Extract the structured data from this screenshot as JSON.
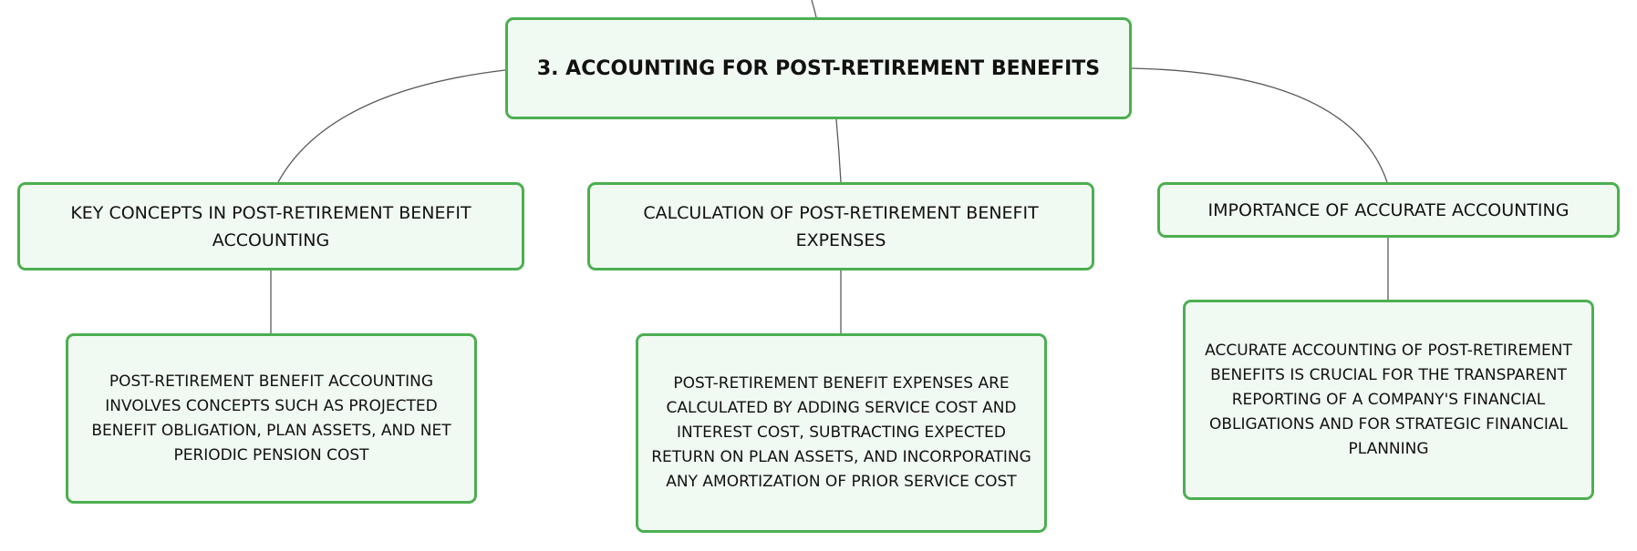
{
  "colors": {
    "node_border": "#4caf50",
    "node_fill": "#f1f9f3",
    "connector": "#5a5a5a",
    "text": "#111111"
  },
  "root": {
    "title": "3. ACCOUNTING FOR POST-RETIREMENT BENEFITS"
  },
  "branches": [
    {
      "label": "KEY CONCEPTS IN POST-RETIREMENT BENEFIT ACCOUNTING",
      "detail": "POST-RETIREMENT BENEFIT ACCOUNTING INVOLVES CONCEPTS SUCH AS PROJECTED BENEFIT OBLIGATION, PLAN ASSETS, AND NET PERIODIC PENSION COST"
    },
    {
      "label": "CALCULATION OF POST-RETIREMENT BENEFIT EXPENSES",
      "detail": "POST-RETIREMENT BENEFIT EXPENSES ARE CALCULATED BY ADDING SERVICE COST AND INTEREST COST, SUBTRACTING EXPECTED RETURN ON PLAN ASSETS, AND INCORPORATING ANY AMORTIZATION OF PRIOR SERVICE COST"
    },
    {
      "label": "IMPORTANCE OF ACCURATE ACCOUNTING",
      "detail": "ACCURATE ACCOUNTING OF POST-RETIREMENT BENEFITS IS CRUCIAL FOR THE TRANSPARENT REPORTING OF A COMPANY'S FINANCIAL OBLIGATIONS AND FOR STRATEGIC FINANCIAL PLANNING"
    }
  ]
}
